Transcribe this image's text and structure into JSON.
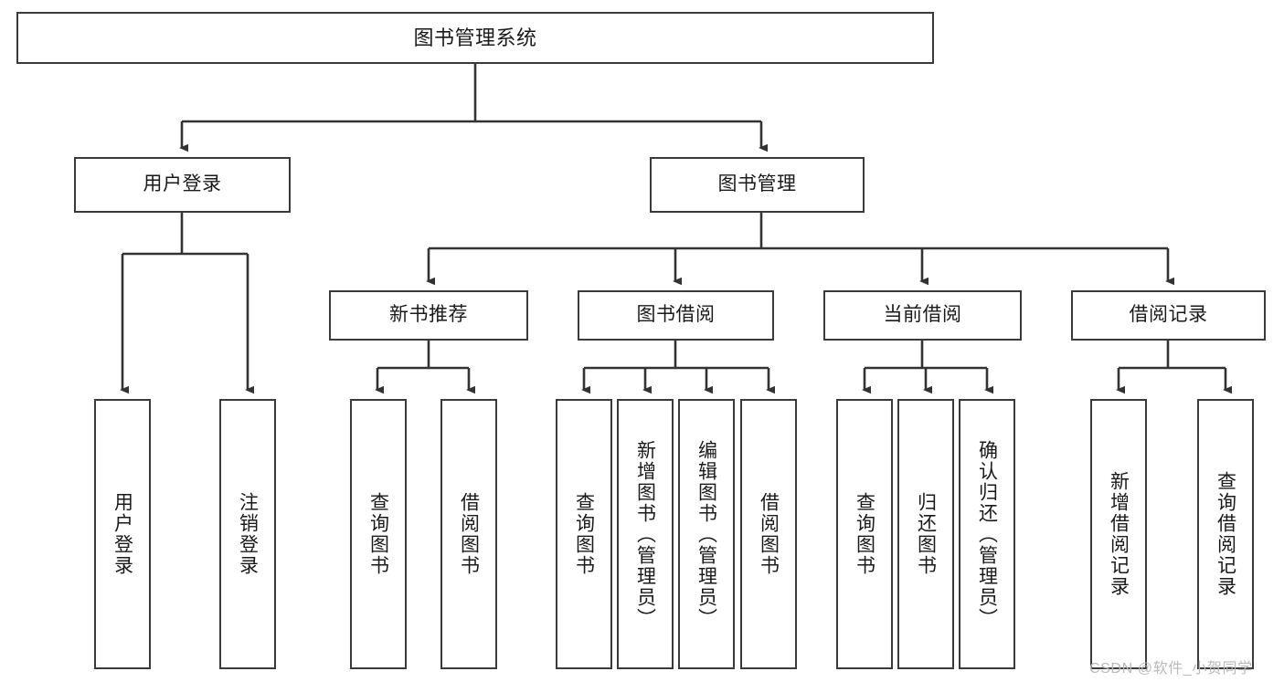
{
  "diagram": {
    "title": "图书管理系统",
    "type": "tree-hierarchy",
    "colors": {
      "box_border": "#3a3a3a",
      "box_fill": "#ffffff",
      "connector": "#333333",
      "text": "#1a1a1a",
      "watermark": "#b9b9b9",
      "background": "#ffffff"
    },
    "root": {
      "label": "图书管理系统"
    },
    "level2": [
      {
        "label": "用户登录"
      },
      {
        "label": "图书管理"
      }
    ],
    "level3": [
      {
        "label": "新书推荐"
      },
      {
        "label": "图书借阅"
      },
      {
        "label": "当前借阅"
      },
      {
        "label": "借阅记录"
      }
    ],
    "leaves": {
      "user_login": [
        {
          "label": "用户登录"
        },
        {
          "label": "注销登录"
        }
      ],
      "new_book_recommend": [
        {
          "label": "查询图书"
        },
        {
          "label": "借阅图书"
        }
      ],
      "book_borrow": [
        {
          "label": "查询图书"
        },
        {
          "label": "新增图书（管理员）"
        },
        {
          "label": "编辑图书（管理员）"
        },
        {
          "label": "借阅图书"
        }
      ],
      "current_borrow": [
        {
          "label": "查询图书"
        },
        {
          "label": "归还图书"
        },
        {
          "label": "确认归还（管理员）"
        }
      ],
      "borrow_record": [
        {
          "label": "新增借阅记录"
        },
        {
          "label": "查询借阅记录"
        }
      ]
    }
  },
  "watermark": {
    "text": "CSDN @软件_小贺同学"
  }
}
